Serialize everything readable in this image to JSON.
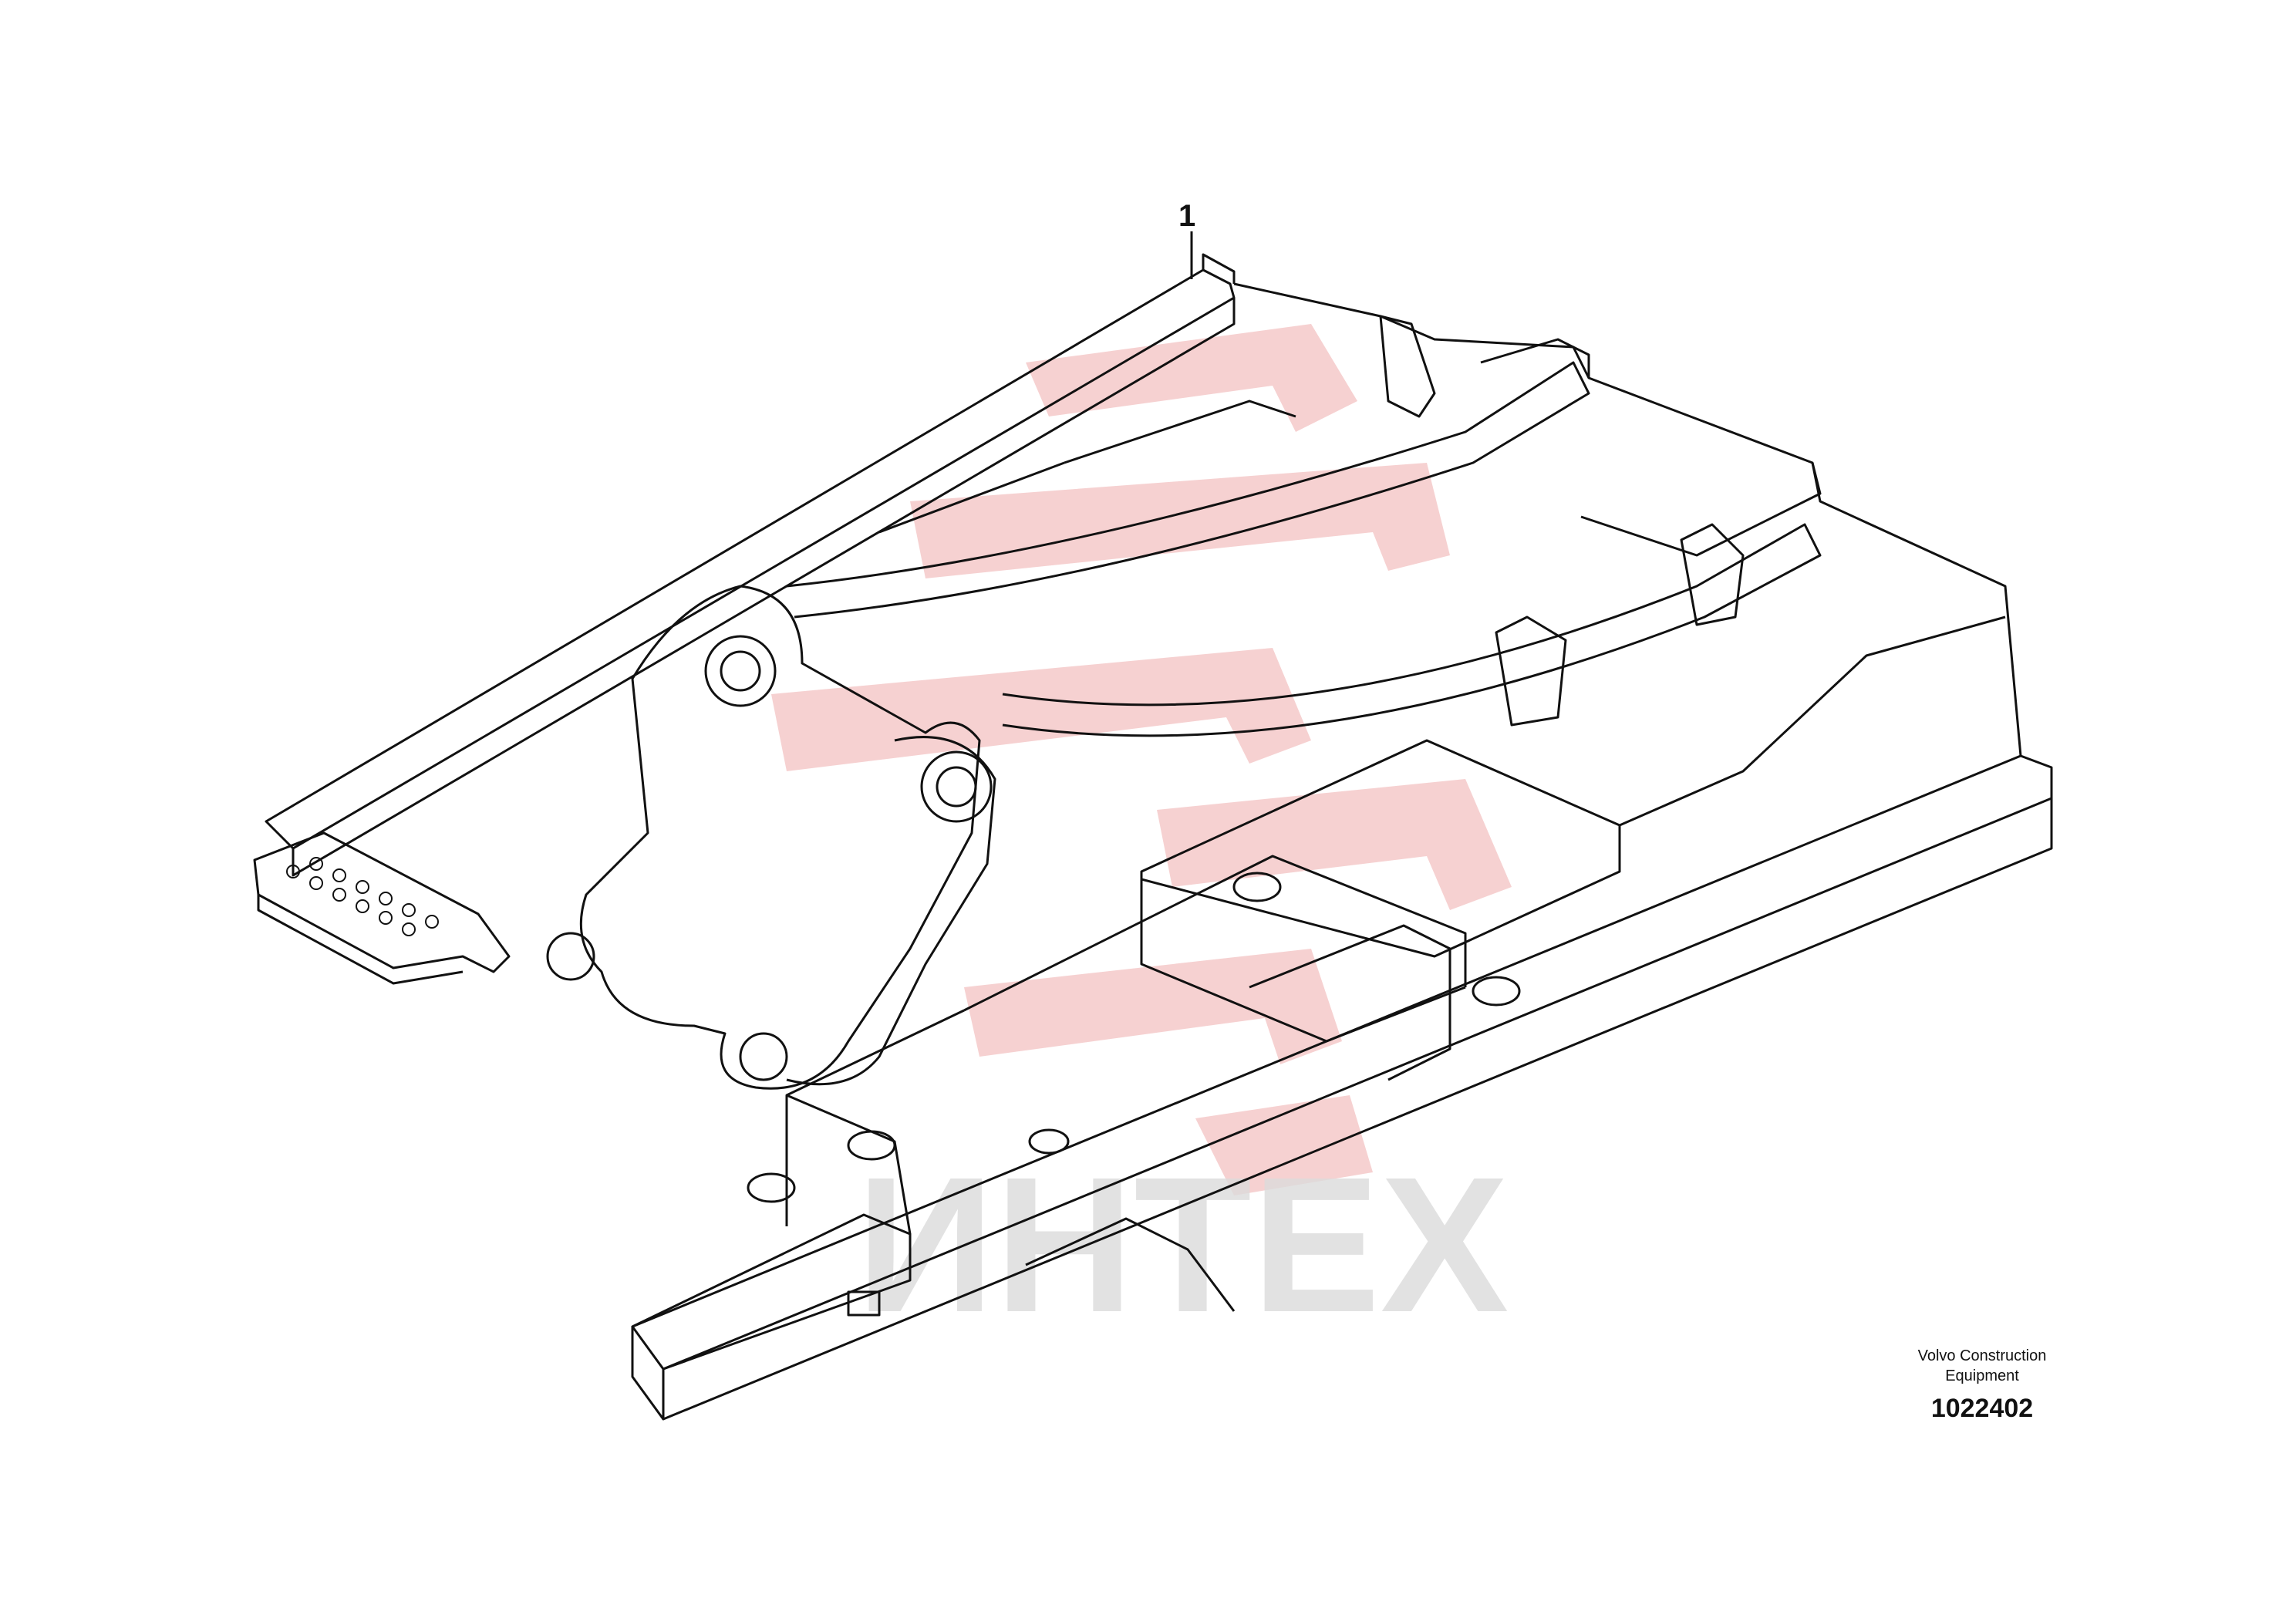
{
  "callout": {
    "part_number": "1"
  },
  "watermark": {
    "text": "ИНТЕХ",
    "logo_color": "#f2b8b8",
    "text_color": "#d8d8d8"
  },
  "credit": {
    "company_line1": "Volvo Construction",
    "company_line2": "Equipment",
    "drawing_number": "1022402"
  },
  "colors": {
    "line": "#111111",
    "background": "#ffffff"
  }
}
